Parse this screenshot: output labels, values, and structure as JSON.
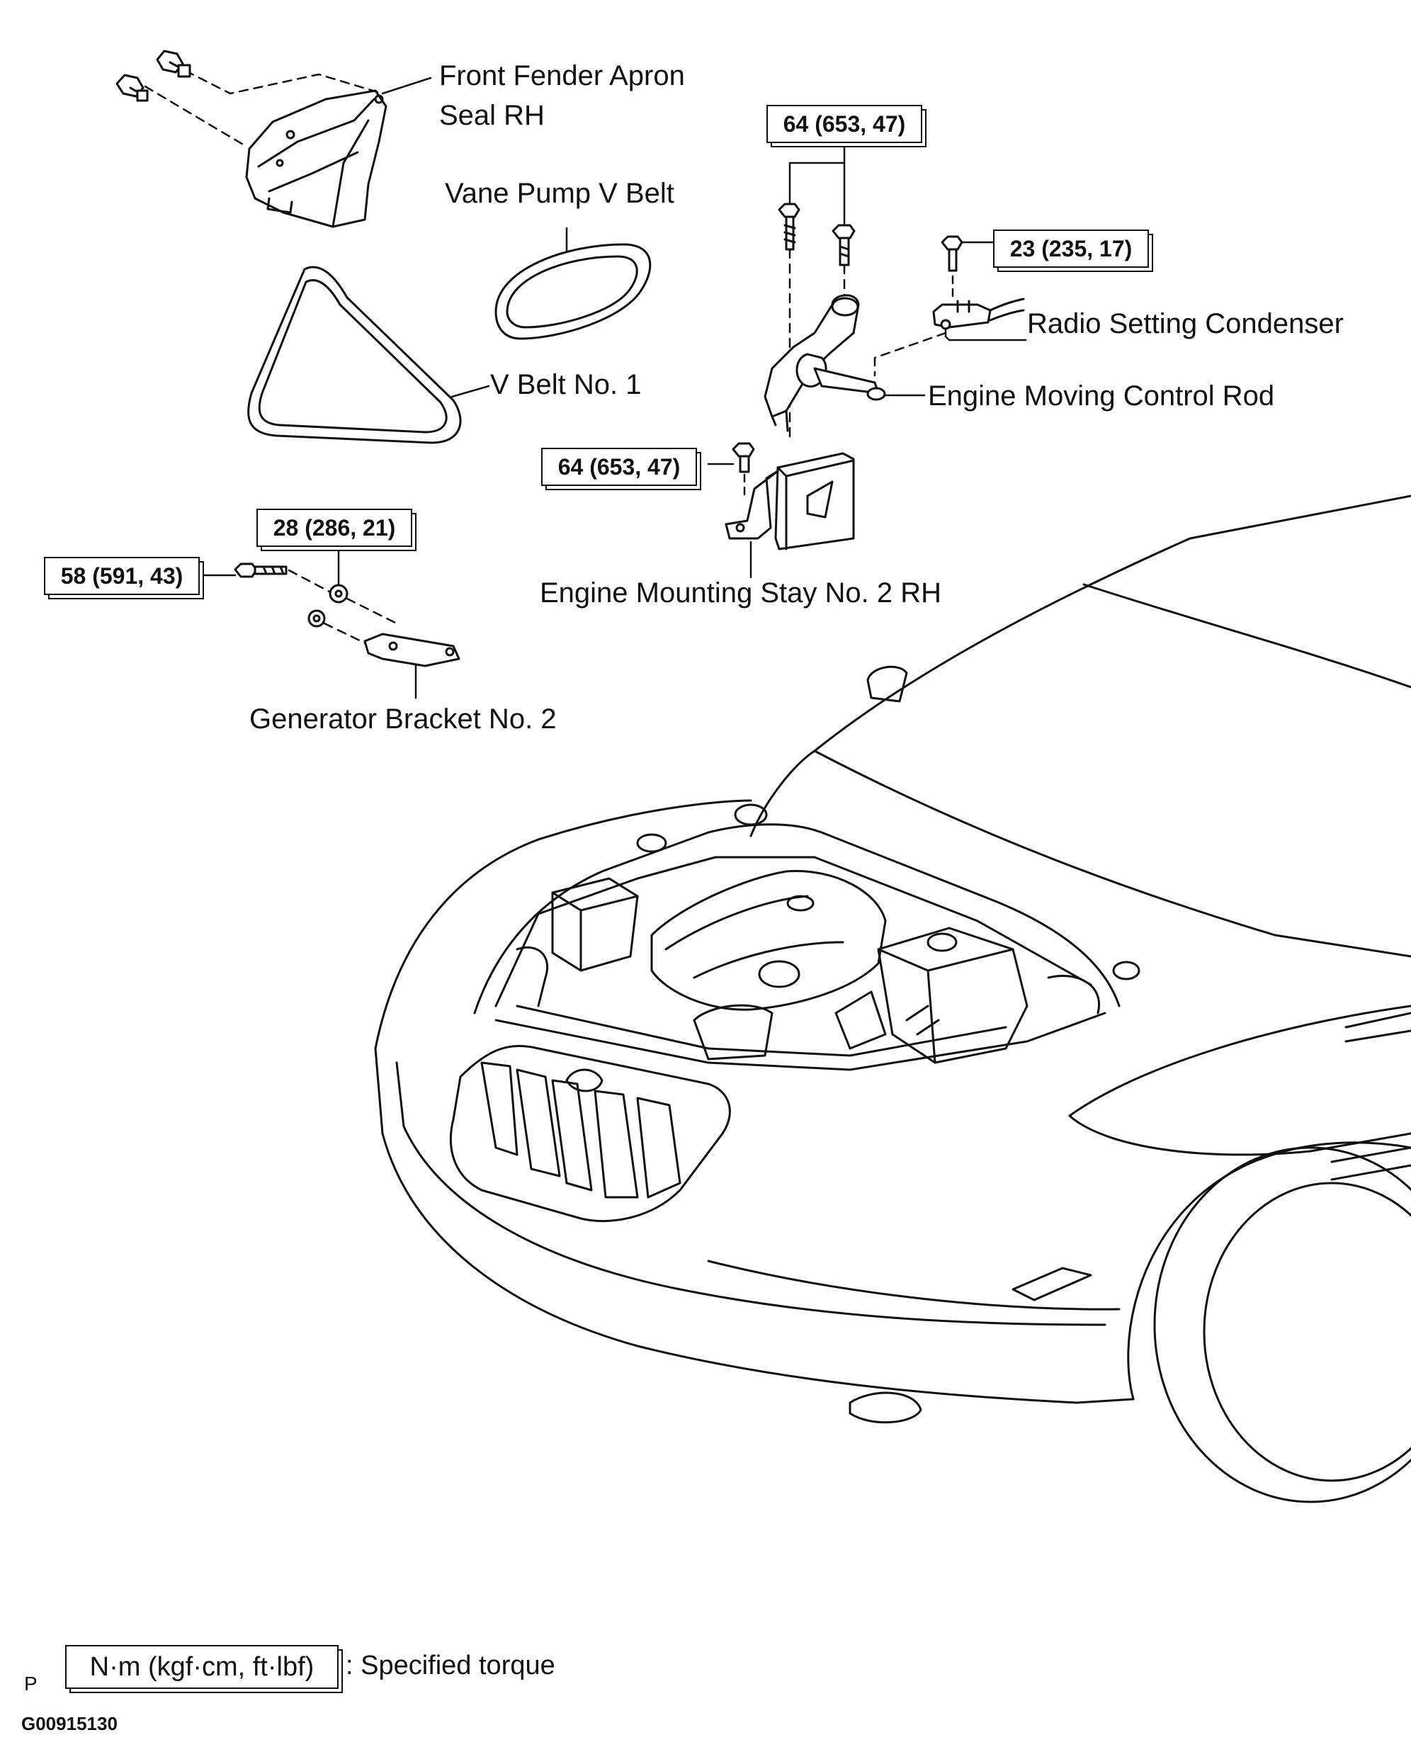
{
  "labels": {
    "fender_apron_line1": "Front Fender Apron",
    "fender_apron_line2": "Seal RH",
    "vane_pump_belt": "Vane Pump V Belt",
    "v_belt_no1": "V Belt No. 1",
    "radio_condenser": "Radio Setting Condenser",
    "control_rod": "Engine Moving Control Rod",
    "mounting_stay": "Engine Mounting Stay No. 2 RH",
    "generator_bracket": "Generator Bracket No. 2"
  },
  "torques": {
    "control_rod_top": "64 (653, 47)",
    "condenser_bolt": "23 (235, 17)",
    "mounting_stay_bolt": "64 (653, 47)",
    "bracket_nut": "28 (286, 21)",
    "bracket_bolt": "58 (591, 43)"
  },
  "legend": {
    "unit_box": "N·m (kgf·cm, ft·lbf)",
    "description": ": Specified torque"
  },
  "footer": {
    "marker": "P",
    "figure_id": "G00915130"
  }
}
